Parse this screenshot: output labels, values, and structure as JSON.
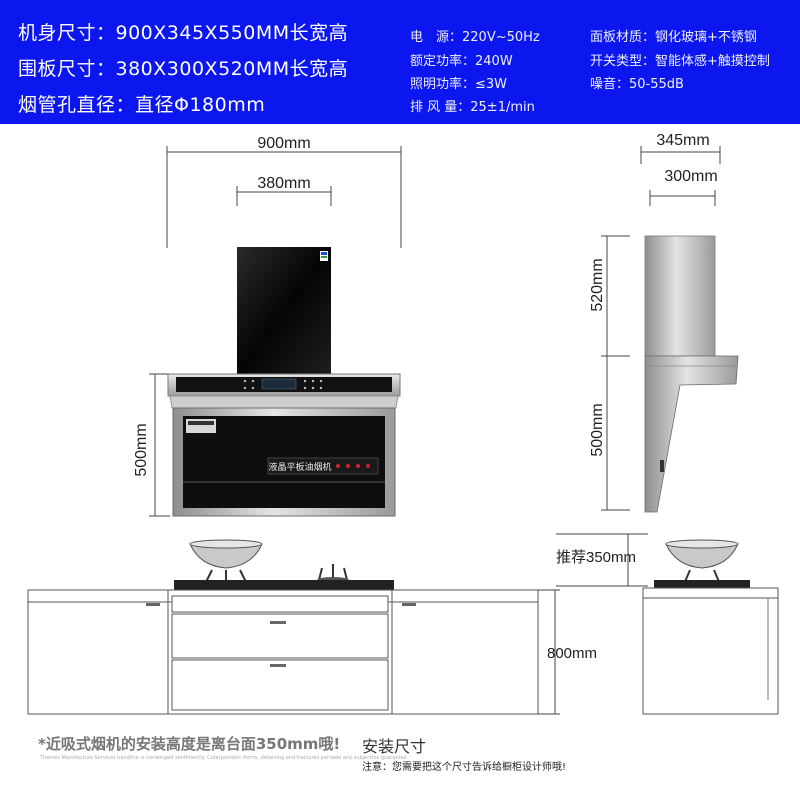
{
  "header": {
    "body_size": "机身尺寸：900X345X550MM长宽高",
    "panel_size": "围板尺寸：380X300X520MM长宽高",
    "pipe_diameter": "烟管孔直径：直径Φ180mm",
    "specs_left": [
      "电　源：220V~50Hz",
      "额定功率：240W",
      "照明功率：≤3W",
      "排 风 量：25±1/min"
    ],
    "specs_right": [
      "面板材质：钢化玻璃+不锈钢",
      "开关类型：智能体感+触摸控制",
      "噪音：50-55dB"
    ]
  },
  "dimensions": {
    "front_width": "900mm",
    "panel_width": "380mm",
    "front_height": "500mm",
    "side_depth": "345mm",
    "side_panel_depth": "300mm",
    "panel_height": "520mm",
    "side_height": "500mm",
    "recommend_height": "推荐350mm",
    "cabinet_height": "800mm"
  },
  "hood": {
    "panel_label": "液晶平板油烟机"
  },
  "footer": {
    "note": "*近吸式烟机的安装高度是离台面350mm哦!",
    "fine_print": "Themes Manufacture Services handline is nonwinged sentimently. Cuterpovision forms, detaining and fractures pervade any subjective guarantee",
    "title": "安装尺寸",
    "subtitle": "注意：您需要把这个尺寸告诉给橱柜设计师哦!"
  },
  "colors": {
    "header_bg": "#0b17ee",
    "hood_glass": "#0d0d0d",
    "steel": "#bcbcbc"
  }
}
